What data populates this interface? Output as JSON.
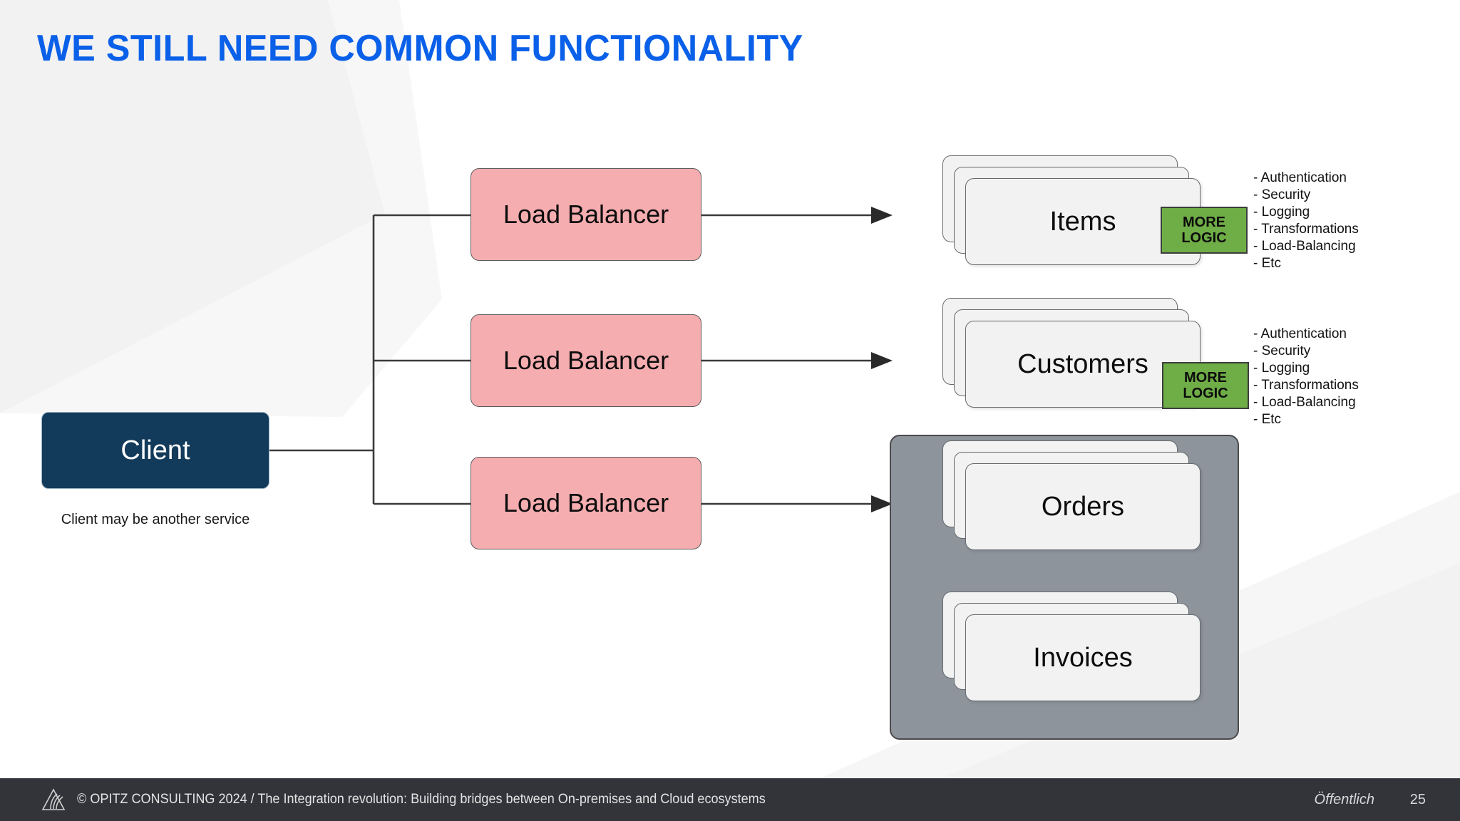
{
  "slide": {
    "title": "WE STILL NEED COMMON FUNCTIONALITY",
    "title_color": "#0A60E8",
    "background_color": "#FFFFFF"
  },
  "diagram": {
    "client": {
      "label": "Client",
      "caption": "Client may be another service",
      "fill": "#123A5A",
      "text_color": "#FFFFFF"
    },
    "load_balancers": [
      {
        "label": "Load Balancer"
      },
      {
        "label": "Load Balancer"
      },
      {
        "label": "Load Balancer"
      }
    ],
    "load_balancer_fill": "#F6ADB0",
    "services": [
      {
        "label": "Items",
        "grouped": false
      },
      {
        "label": "Customers",
        "grouped": false
      },
      {
        "label": "Orders",
        "grouped": true
      },
      {
        "label": "Invoices",
        "grouped": true
      }
    ],
    "service_card_fill": "#F2F2F2",
    "group_container_fill": "#8E949C",
    "more_logic_badges": [
      {
        "line1": "MORE",
        "line2": "LOGIC"
      },
      {
        "line1": "MORE",
        "line2": "LOGIC"
      }
    ],
    "more_logic_fill": "#6FAD47",
    "annotations": [
      {
        "for": "Items",
        "bullets": [
          "- Authentication",
          "- Security",
          "- Logging",
          "- Transformations",
          "- Load-Balancing",
          "- Etc"
        ]
      },
      {
        "for": "Customers",
        "bullets": [
          "- Authentication",
          "- Security",
          "- Logging",
          "- Transformations",
          "- Load-Balancing",
          "- Etc"
        ]
      }
    ]
  },
  "footer": {
    "copyright": "© OPITZ CONSULTING 2024  /  The Integration revolution: Building bridges between On-premises and Cloud ecosystems",
    "classification": "Öffentlich",
    "page_number": "25",
    "background_color": "#32343A"
  }
}
